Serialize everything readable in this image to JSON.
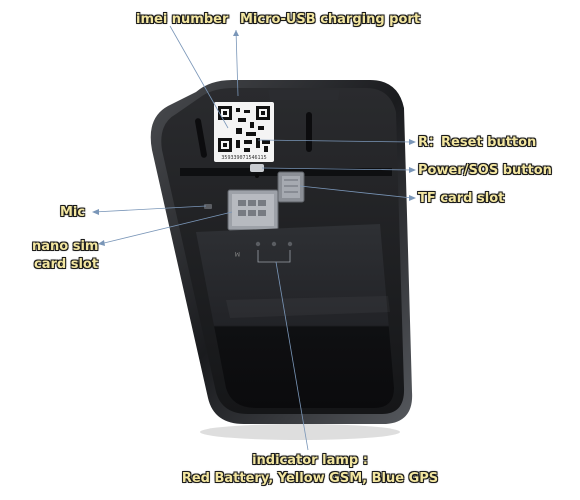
{
  "colors": {
    "label_fill": "#f3e6a0",
    "label_outline": "#1a1a1a",
    "leader_line": "#7a96b8",
    "device_body": "#1b1c1f",
    "device_rim": "#3a3c40"
  },
  "device": {
    "qr_serial": "359339071546115"
  },
  "callouts": {
    "imei": "imei number",
    "usb": "Micro-USB charging port",
    "reset": "R：Reset button",
    "power": "Power/SOS button",
    "tf": "TF card slot",
    "mic": "Mic",
    "sim_line1": "nano sim",
    "sim_line2": "card slot",
    "lamp_line1": "indicator lamp :",
    "lamp_line2": "Red Battery, Yellow GSM, Blue GPS"
  },
  "icons": [
    "qr-code-icon",
    "sim-card-tray-icon",
    "tf-card-slot-icon",
    "button-icon"
  ]
}
